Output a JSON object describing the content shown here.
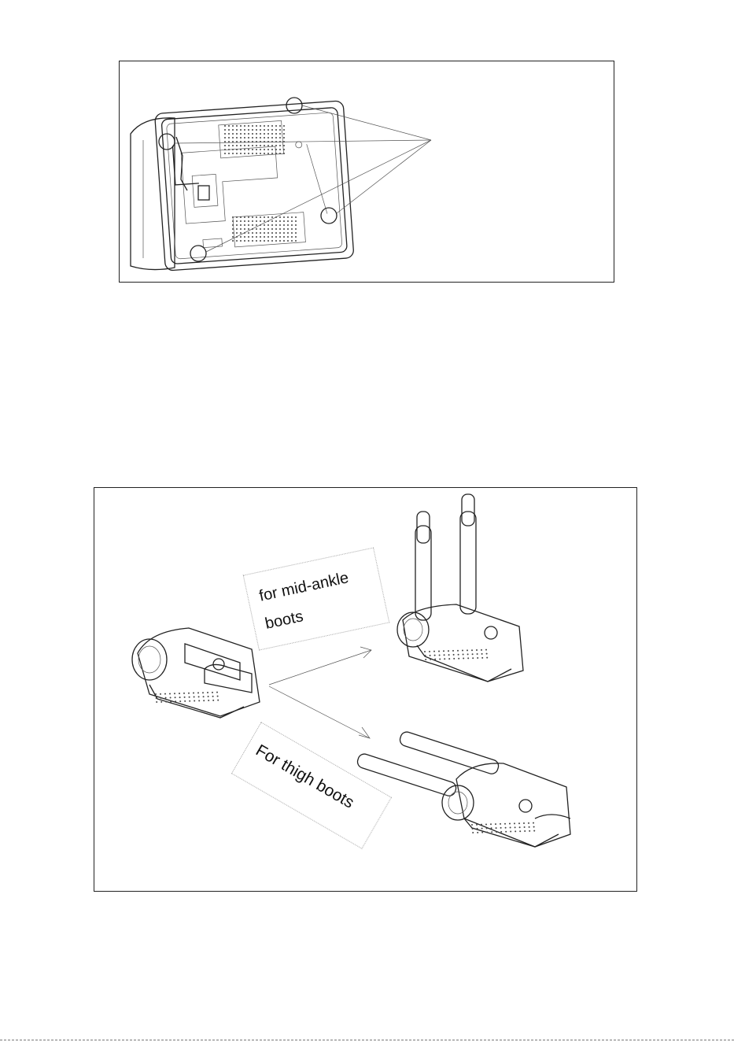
{
  "figures": [
    {
      "id": "underside-feet-diagram",
      "labels": []
    },
    {
      "id": "boot-configuration-diagram",
      "labels": {
        "mid_ankle_line1": "for mid-ankle",
        "mid_ankle_line2": "boots",
        "thigh": "For thigh boots"
      }
    }
  ]
}
